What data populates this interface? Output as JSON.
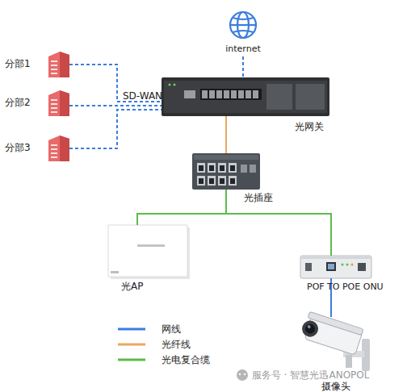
{
  "diagram": {
    "nodes": [
      {
        "text": [
          "internet"
        ]
      },
      {
        "text": [
          "分部1"
        ]
      },
      {
        "text": [
          "分部2"
        ]
      },
      {
        "text": [
          "分部3"
        ]
      },
      {
        "text": [
          "光网关"
        ]
      },
      {
        "text": [
          "光插座"
        ]
      },
      {
        "text": [
          "光AP"
        ]
      },
      {
        "text": [
          "POF TO POE ONU"
        ]
      },
      {
        "text": [
          "摄像头"
        ]
      }
    ],
    "edges": [
      {
        "from": 0,
        "to": 4,
        "arrow": "none"
      },
      {
        "from": 1,
        "to": 4,
        "arrow": "none"
      },
      {
        "from": 2,
        "to": 4,
        "arrow": "none"
      },
      {
        "from": 3,
        "to": 4,
        "arrow": "none"
      },
      {
        "from": 4,
        "to": 5,
        "arrow": "none"
      },
      {
        "from": 5,
        "to": 6,
        "arrow": "none"
      },
      {
        "from": 5,
        "to": 7,
        "arrow": "none"
      },
      {
        "from": 7,
        "to": 8,
        "arrow": "none"
      }
    ],
    "labels": [
      "SD-WAN",
      "服务号 · 智慧光迅ANOPOL"
    ],
    "legend": [
      {
        "text": "网线"
      },
      {
        "text": "光纤线"
      },
      {
        "text": "光电复合缆"
      }
    ]
  }
}
